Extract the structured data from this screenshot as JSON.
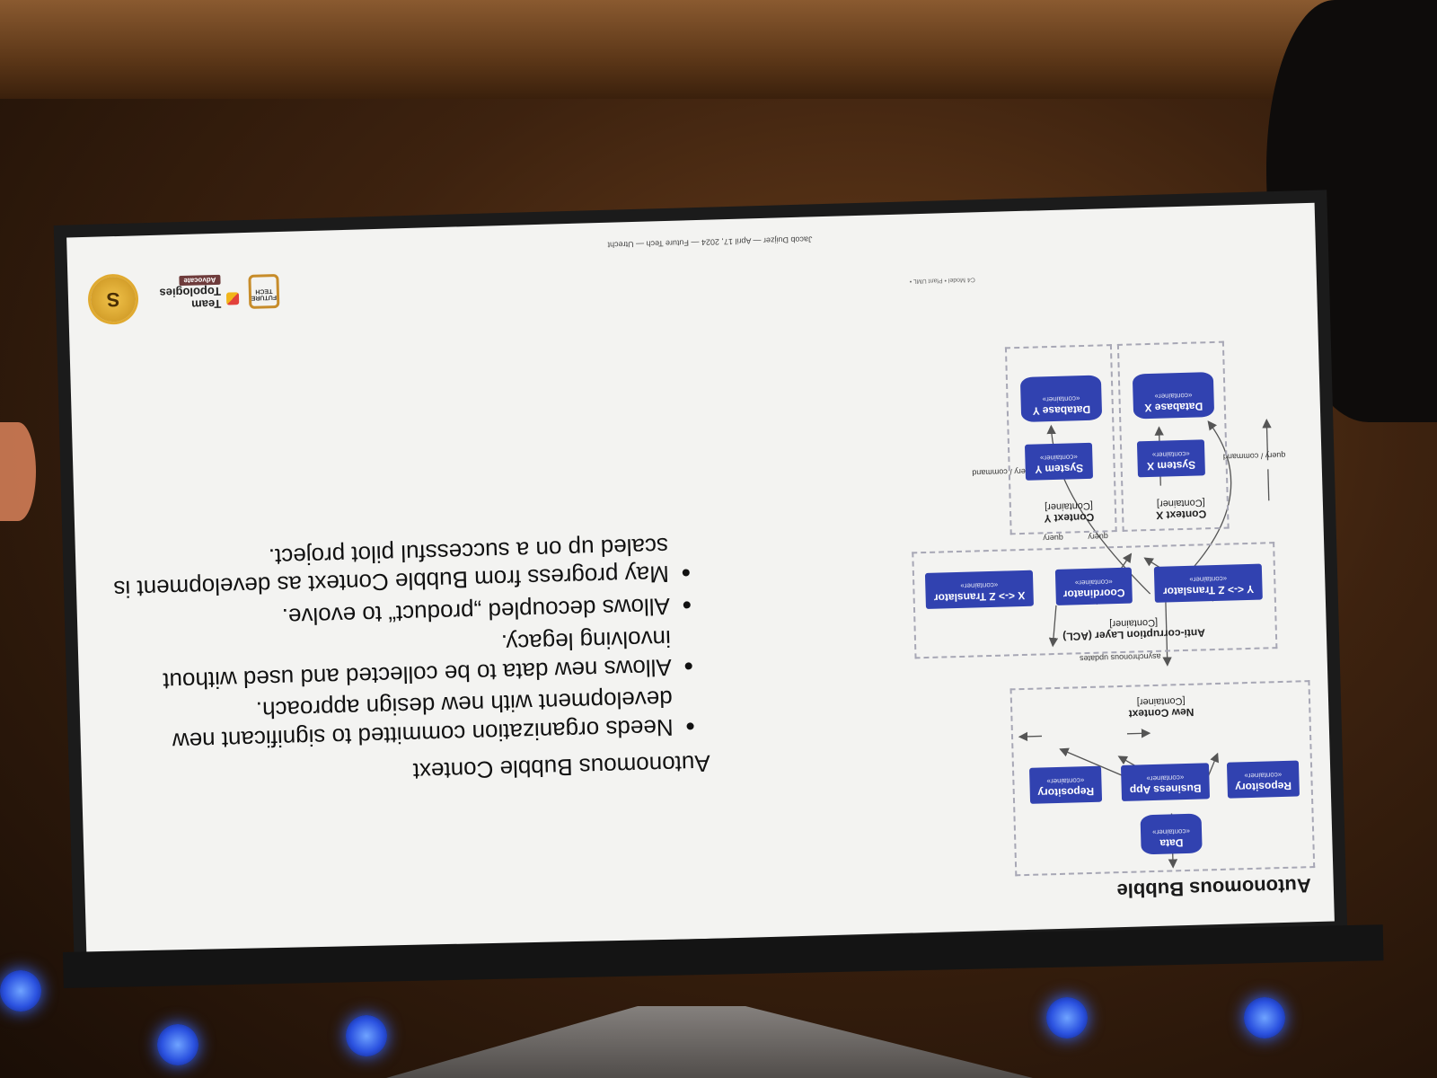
{
  "slide": {
    "title": "Autonomous Bubble",
    "new_context": {
      "label": "New Context",
      "sublabel": "[Container]"
    },
    "acl": {
      "label": "Anti-corruption Layer (ACL)",
      "sublabel": "[Container]"
    },
    "context_x": {
      "label": "Context X",
      "sublabel": "[Container]"
    },
    "context_y": {
      "label": "Context Y",
      "sublabel": "[Container]"
    },
    "stereotype": "«container»",
    "boxes": {
      "repo1": "Repository",
      "business_app": "Business App",
      "repo2": "Repository",
      "data": "Data",
      "yz_translator": "Y <-> Z Translator",
      "coordinator": "Coordinator",
      "xz_translator": "X <-> Z Translator",
      "system_x": "System X",
      "system_y": "System Y",
      "database_x": "Database X",
      "database_y": "Database Y"
    },
    "edge_labels": {
      "async": "asynchronous updates",
      "query1": "query",
      "query2": "query",
      "qc1": "query / command",
      "qc2": "query / command"
    },
    "bullet_head": "Autonomous Bubble Context",
    "bullets": [
      "Needs organization committed to significant new development with new design approach.",
      "Allows new data to be collected and used without involving legacy.",
      "Allows decoupled „product“ to evolve.",
      "May progress from Bubble Context as development is scaled up on a successful pilot project."
    ],
    "footer": "Jacob Duijzer — April 17, 2024 — Future Tech — Utrecht",
    "credit": "C4 Model • Plant UML •",
    "logos": {
      "future_tech": "FUTURE TECH",
      "team_topologies": "Team Topologies",
      "advocate": "Advocate"
    }
  }
}
